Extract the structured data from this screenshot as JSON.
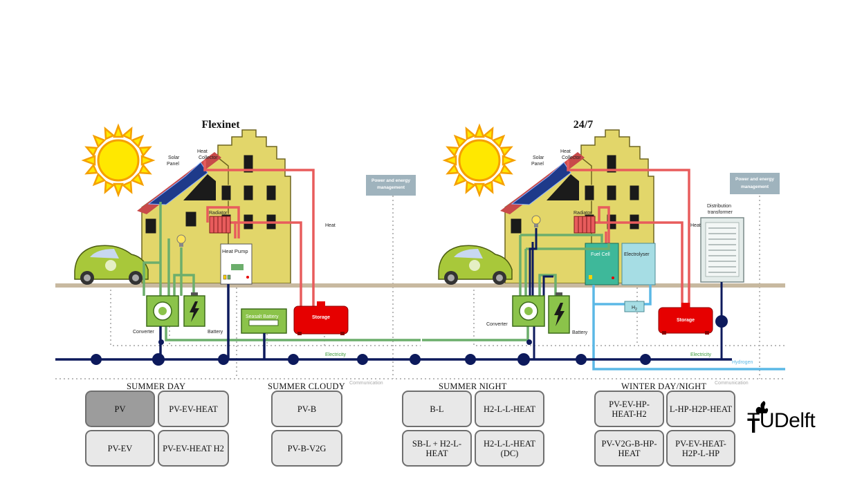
{
  "diagrams": {
    "left_title": "Flexinet",
    "right_title": "24/7"
  },
  "labels": {
    "solar_panel_line1": "Solar",
    "solar_panel_line2": "Panel",
    "heat_collector_line1": "Heat",
    "heat_collector_line2": "Collector",
    "radiator": "Radiator",
    "heat": "Heat",
    "heat_pump": "Heat Pump",
    "converter": "Converter",
    "battery": "Battery",
    "seasalt_battery": "Seasalt Battery",
    "storage": "Storage",
    "electricity": "Electricity",
    "communication": "Communication",
    "hydrogen": "Hydrogen",
    "fuel_cell": "Fuel Cell",
    "electrolyser": "Electrolyser",
    "h2": "H",
    "h2_sub": "2",
    "distribution_transformer_line1": "Distribution",
    "distribution_transformer_line2": "transformer",
    "pem_line1": "Power and energy",
    "pem_line2": "management"
  },
  "scenarios": {
    "summer_day": {
      "title": "SUMMER DAY",
      "cases": [
        "PV",
        "PV-EV-HEAT",
        "PV-EV",
        "PV-EV-HEAT H2"
      ]
    },
    "summer_cloudy": {
      "title": "SUMMER CLOUDY",
      "cases": [
        "PV-B",
        "PV-B-V2G"
      ]
    },
    "summer_night": {
      "title": "SUMMER NIGHT",
      "cases": [
        "B-L",
        "H2-L-L-HEAT",
        "SB-L + H2-L-\nHEAT",
        "H2-L-L-HEAT\n(DC)"
      ]
    },
    "winter": {
      "title": "WINTER DAY/NIGHT",
      "cases": [
        "PV-EV-HP-\nHEAT-H2",
        "L-HP-H2P-HEAT",
        "PV-V2G-B-HP-\nHEAT",
        "PV-EV-HEAT-\nH2P-L-HP"
      ]
    },
    "selected_case": "PV"
  },
  "logo": {
    "brand": "TUDelft",
    "color": "#000000"
  },
  "colors": {
    "electricity_bus": "#0d1a5c",
    "local_electricity": "#6cae6c",
    "heat": "#e85c5c",
    "hydrogen": "#5bb8e6",
    "storage": "#e60000",
    "communication": "#b8b8b8",
    "pem_box": "#9fb3bd",
    "active_case": "#9c9c9c",
    "inactive_case": "#e8e8e8"
  }
}
